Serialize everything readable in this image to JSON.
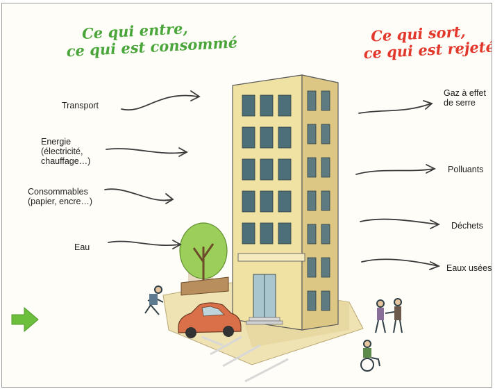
{
  "titles": {
    "inputs": "Ce qui entre,\nce qui est consommé",
    "outputs": "Ce qui sort,\nce qui est rejeté"
  },
  "inputs": [
    "Transport",
    "Energie\n(électricité,\nchauffage…)",
    "Consommables\n(papier, encre…)",
    "Eau"
  ],
  "outputs": [
    "Gaz à effet\nde serre",
    "Polluants",
    "Déchets",
    "Eaux usées"
  ],
  "colors": {
    "inputs_title": "#4aa63a",
    "outputs_title": "#e2372b",
    "nav_arrow": "#6cbf3c",
    "building_front": "#f0e2a2",
    "building_side": "#dcc784",
    "window": "#4d6f7a",
    "tree": "#9ccf5a",
    "car": "#d9704a"
  },
  "icons": [
    "next-arrow-icon",
    "building-illustration",
    "tree-illustration",
    "car-illustration",
    "pedestrian-illustration",
    "wheelchair-user-illustration"
  ]
}
